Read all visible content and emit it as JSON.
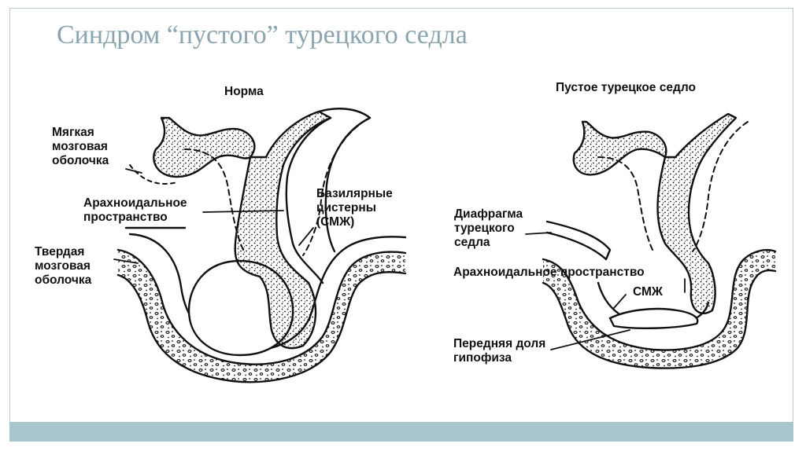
{
  "colors": {
    "frame": "#b8cbd0",
    "footer_bar": "#a9c6cc",
    "title": "#8aa5b0",
    "ink": "#111111"
  },
  "title": "Синдром “пустого” турецкого седла",
  "left_diagram": {
    "heading": "Норма",
    "labels": {
      "pia_mater": "Мягкая\nмозговая\nоболочка",
      "arachnoid_space": "Арахноидальное\nпространство",
      "basilar_cisterns": "Базилярные\nцистерны\n(СМЖ)",
      "dura_mater": "Твердая\nмозговая\nоболочка"
    }
  },
  "right_diagram": {
    "heading": "Пустое турецкое седло",
    "labels": {
      "diaphragm": "Диафрагма\nтурецкого\nседла",
      "arachnoid_space": "Арахноидальное пространство",
      "csf": "СМЖ",
      "anterior_pituitary": "Передняя доля\nгипофиза"
    }
  }
}
